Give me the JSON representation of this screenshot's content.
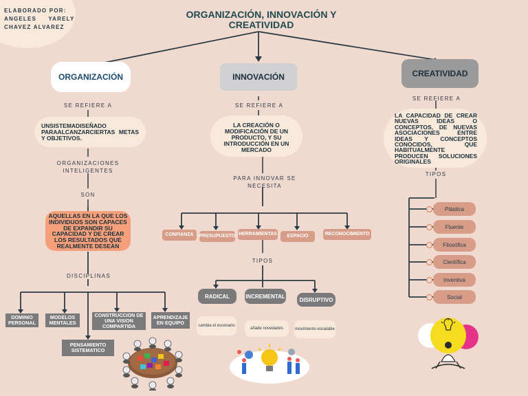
{
  "author": {
    "line1": "ELABORADO POR:",
    "line2": "ANGELES YARELY",
    "line3": "CHAVEZ ALVAREZ"
  },
  "title": {
    "line1": "ORGANIZACIÓN, INNOVACIÓN Y",
    "line2": "CREATIVIDAD"
  },
  "organizacion": {
    "heading": "ORGANIZACIÓN",
    "refers": "SE REFIERE A",
    "definition": "UNSISTEMADISEÑADO PARAALCANZARCIERTAS METAS Y OBJETIVOS.",
    "intelligent": "ORGANIZACIONES INTELIGENTES",
    "son": "SON",
    "description": "AQUELLAS EN LA QUE LOS INDIVIDUOS SON CAPACES DE EXPANDIR SU CAPACIDAD Y DE CREAR LOS RESULTADOS QUE REALMENTE DESEAN",
    "disciplines_label": "DISCIPLINAS",
    "disciplines": [
      "DOMINIO PERSONAL",
      "MODELOS MENTALES",
      "CONSTRUCCION DE UNA VISION COMPARTIDA",
      "APRENDIZAJE EN EQUIPO",
      "PENSAMIENTO SISTEMATICO"
    ]
  },
  "innovacion": {
    "heading": "INNOVACIÓN",
    "refers": "SE REFIERE A",
    "definition": "LA CREACIÓN O MODIFICACIÓN DE UN PRODUCTO, Y SU INTRODUCCIÓN EN UN MERCADO",
    "needs": "PARA INNOVAR SE NECESITA",
    "needs_items": [
      "CONFIANZA",
      "PRESUPUESTO",
      "HERRAMIENTAS",
      "ESPACIO",
      "RECONOCIMIENTO"
    ],
    "types_label": "TIPOS",
    "types": [
      {
        "name": "RADICAL",
        "desc": "cambia el escenario"
      },
      {
        "name": "INCREMENTAL",
        "desc": "añade novedades"
      },
      {
        "name": "DISRUPTIVO",
        "desc": "moximiento escalable"
      }
    ]
  },
  "creatividad": {
    "heading": "CREATIVIDAD",
    "refers": "SE REFIERE A",
    "definition": "LA CAPACIDAD DE CREAR NUEVAS IDEAS O CONCEPTOS, DE NUEVAS ASOCIACIONES ENTRE IDEAS Y CONCEPTOS CONOCIDOS, QUE HABITUALMENTE PRODUCEN SOLUCIONES ORIGINALES",
    "types_label": "TIPOS",
    "types": [
      "Plástica",
      "Fluente",
      "Filosófica",
      "Científica",
      "Inventiva",
      "Social"
    ]
  },
  "colors": {
    "background": "#f0d9ce",
    "cream": "#f8e9da",
    "salmon": "#d89d88",
    "orange": "#f5a07a",
    "grey": "#7b7a7a",
    "heading_grey": "#c9c9cb",
    "dark_grey": "#9a9a9a",
    "line": "#2a3b47",
    "teal_title": "#1f4a4f"
  },
  "icons": [
    "teamwork-puzzle-illustration",
    "innovation-lightbulb-illustration",
    "thinking-person-illustration"
  ]
}
